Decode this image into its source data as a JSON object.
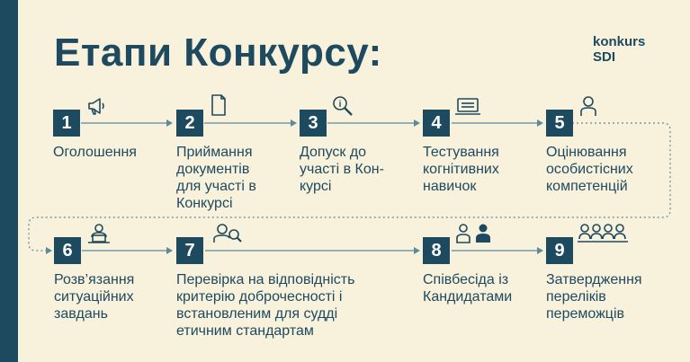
{
  "title": "Етапи Конкурсу:",
  "logo": {
    "line1": "konkurs",
    "line2": "SDI"
  },
  "steps": [
    {
      "num": "1",
      "label": "Оголошення",
      "icon": "megaphone-icon"
    },
    {
      "num": "2",
      "label": "Приймання документів для участі в Конкурсі",
      "icon": "document-icon"
    },
    {
      "num": "3",
      "label": "Допуск до участі в Кон-курсі",
      "icon": "magnifier-icon"
    },
    {
      "num": "4",
      "label": "Тестування когнітивних навичок",
      "icon": "laptop-icon"
    },
    {
      "num": "5",
      "label": "Оцінювання особистісних компетенцій",
      "icon": "person-icon"
    },
    {
      "num": "6",
      "label": "Розв’язання ситуаційних завдань",
      "icon": "person-laptop-icon"
    },
    {
      "num": "7",
      "label": "Перевірка на відповідність критерію доброчесності і встановленим для судді етичним стандартам",
      "icon": "person-search-icon"
    },
    {
      "num": "8",
      "label": "Співбесіда із Кандидатами",
      "icon": "two-persons-icon"
    },
    {
      "num": "9",
      "label": "Затвердження переліків переможців",
      "icon": "group-icon"
    }
  ],
  "colors": {
    "background": "#f8f1dc",
    "primary": "#1e4a5f"
  }
}
